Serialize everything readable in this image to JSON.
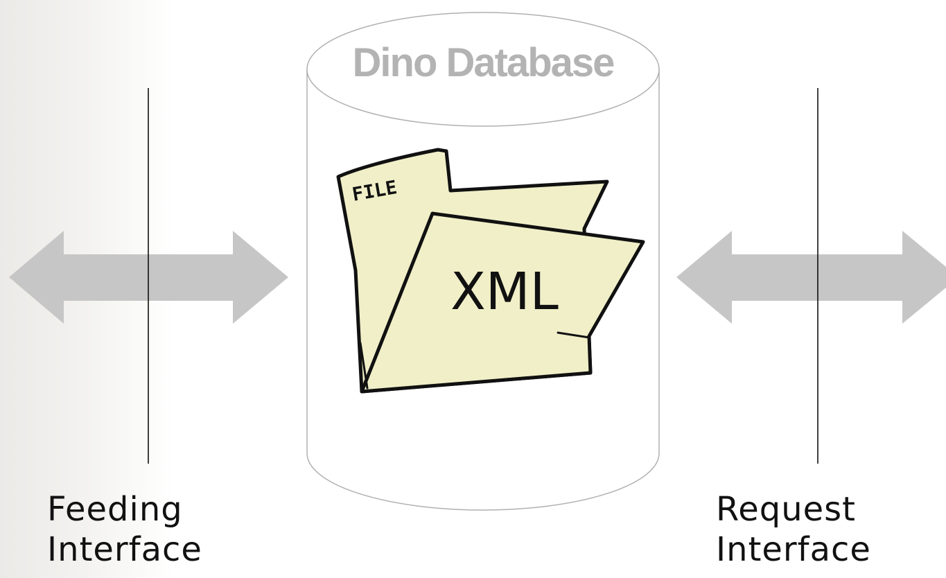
{
  "database": {
    "title": "Dino Database",
    "folder": {
      "tab_label": "FILE",
      "content_label": "XML",
      "fill_color": "#f0efc8"
    }
  },
  "feeding_interface": {
    "line1": "Feeding",
    "line2": "Interface"
  },
  "request_interface": {
    "line1": "Request",
    "line2": "Interface"
  },
  "colors": {
    "arrow": "#c6c6c6",
    "cylinder_stroke": "#b0b0b0",
    "divider": "#000000"
  }
}
